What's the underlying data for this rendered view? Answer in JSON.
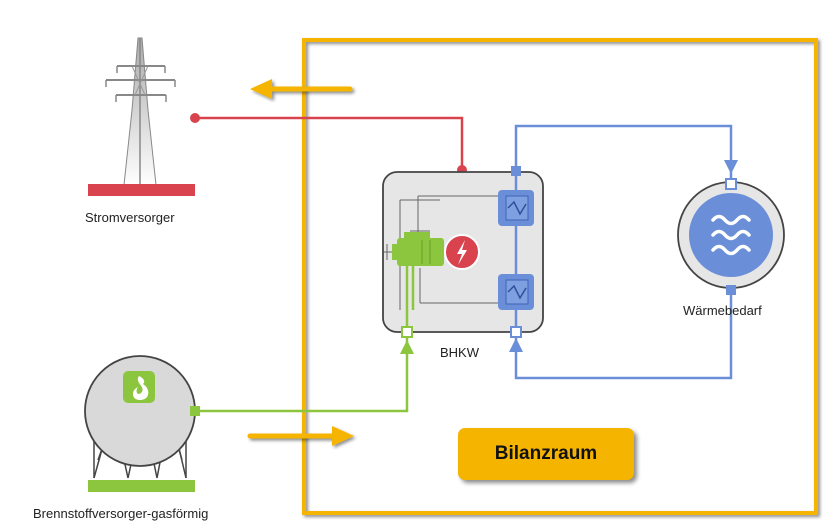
{
  "labels": {
    "stromversorger": "Stromversorger",
    "brennstoff": "Brennstoffversorger-gasförmig",
    "bhkw": "BHKW",
    "waermebedarf": "Wärmebedarf",
    "bilanzraum": "Bilanzraum"
  },
  "colors": {
    "boundary": "#f5b400",
    "electric": "#d9434e",
    "heat": "#6a8fd8",
    "fuel": "#8cc63f",
    "unit_fill": "#e6e6e6",
    "tank_fill": "#d9d9d9"
  },
  "icons": {
    "power_pylon": "power-pylon-icon",
    "gas_tank": "gas-tank-icon",
    "flame": "flame-icon",
    "lightning": "lightning-icon",
    "heat_waves": "heat-waves-icon"
  }
}
